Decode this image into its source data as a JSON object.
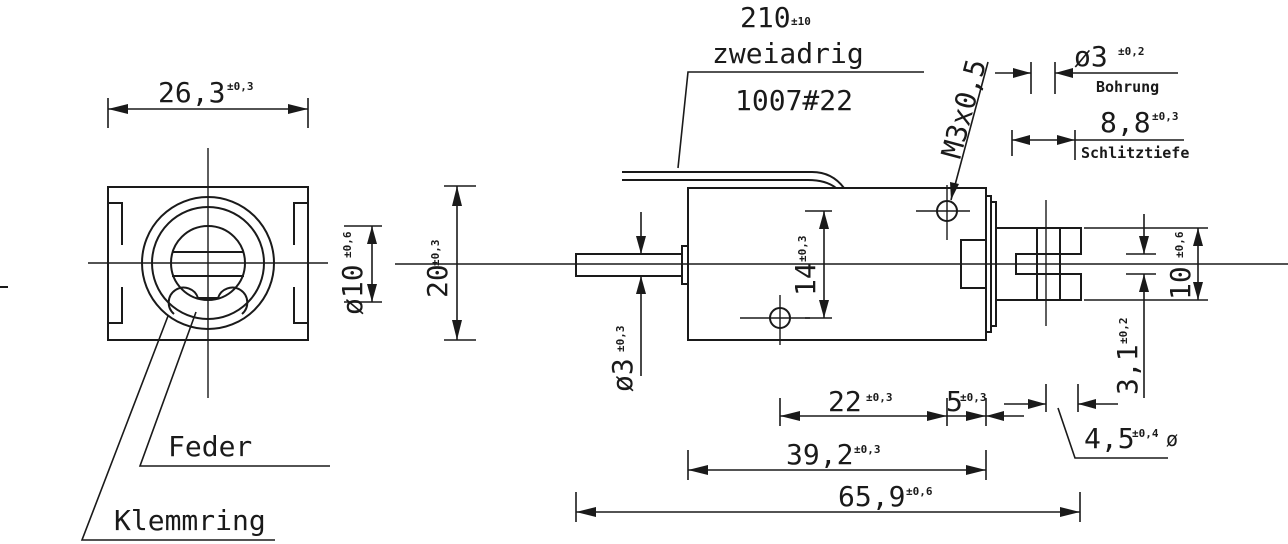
{
  "dims": {
    "width_front": {
      "value": "26,3",
      "tol": "±0,3"
    },
    "dia_outer": {
      "value": "ø10",
      "tol": "±0,6"
    },
    "height": {
      "value": "20",
      "tol": "±0,3"
    },
    "plunger_dia": {
      "value": "ø3",
      "tol": "±0,3"
    },
    "hole_spacing": {
      "value": "14",
      "tol": "±0,3"
    },
    "len_22": {
      "value": "22",
      "tol": "±0,3"
    },
    "len_5": {
      "value": "5",
      "tol": "±0,3"
    },
    "len_39": {
      "value": "39,2",
      "tol": "±0,3"
    },
    "len_65": {
      "value": "65,9",
      "tol": "±0,6"
    },
    "slot_offset": {
      "value": "3,1",
      "tol": "±0,2"
    },
    "slot_width": {
      "value": "10",
      "tol": "±0,6"
    },
    "slot_dia": {
      "value": "4,5",
      "tol": "±0,4",
      "suffix": "ø"
    },
    "bore": {
      "value": "ø3",
      "tol": "±0,2",
      "label": "Bohrung"
    },
    "slot_depth": {
      "value": "8,8",
      "tol": "±0,3",
      "label": "Schlitztiefe"
    },
    "thread": {
      "value": "M3x0,5"
    }
  },
  "wire": {
    "length": {
      "value": "210",
      "tol": "±10"
    },
    "type": "zweiadrig",
    "awg": "1007#22"
  },
  "labels": {
    "feder": "Feder",
    "klemmring": "Klemmring"
  }
}
